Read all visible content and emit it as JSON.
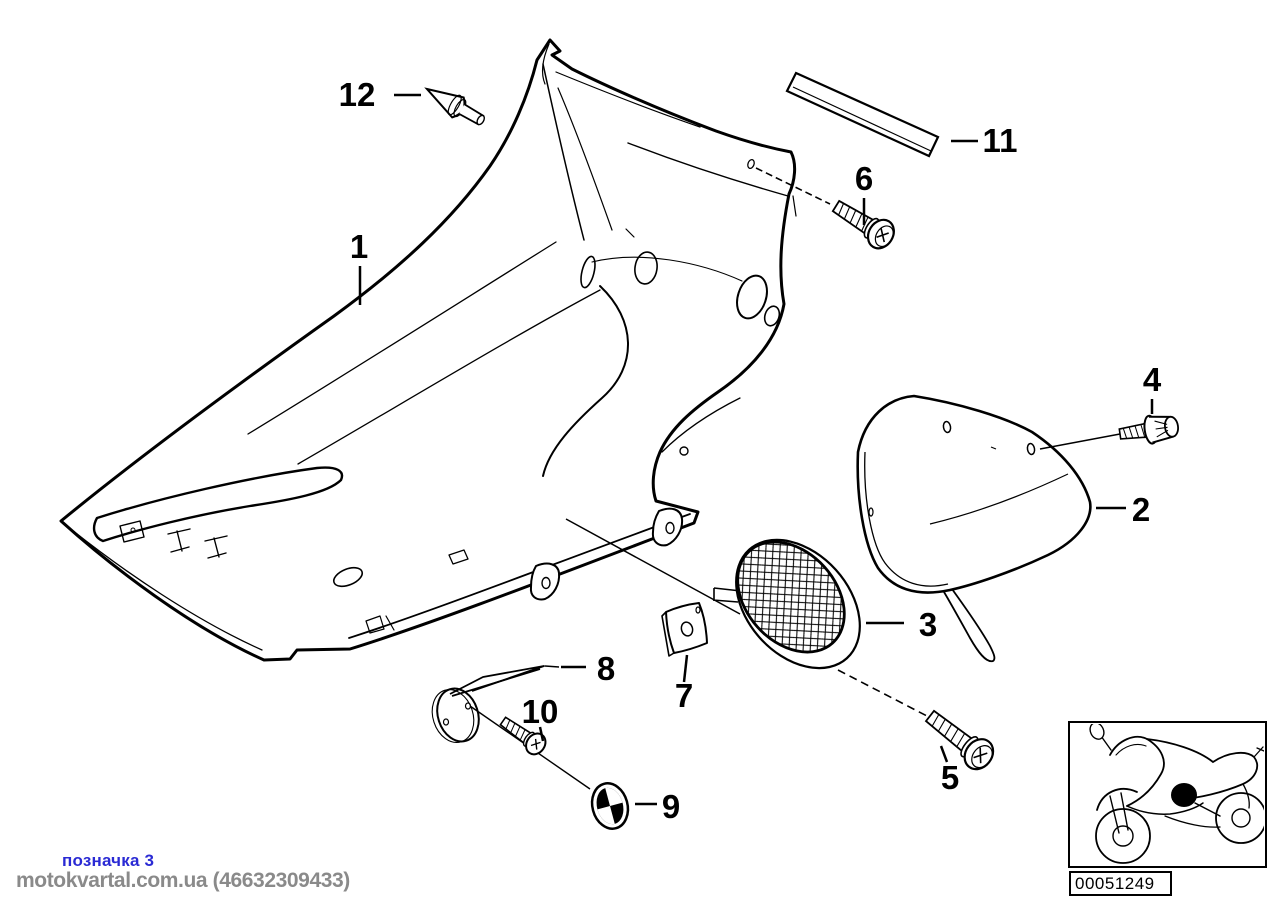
{
  "diagram": {
    "callouts": [
      {
        "label": "1"
      },
      {
        "label": "2"
      },
      {
        "label": "3"
      },
      {
        "label": "4"
      },
      {
        "label": "5"
      },
      {
        "label": "6"
      },
      {
        "label": "7"
      },
      {
        "label": "8"
      },
      {
        "label": "9"
      },
      {
        "label": "10"
      },
      {
        "label": "11"
      },
      {
        "label": "12"
      }
    ]
  },
  "footer": {
    "marker": "позначка 3",
    "watermark": "motokvartal.com.ua (46632309433)"
  },
  "thumbnail": {
    "code": "00051249"
  },
  "colors": {
    "line": "#000000",
    "marker_blue": "#2a2ad4",
    "watermark_gray": "#8a8a8a",
    "background": "#ffffff"
  }
}
